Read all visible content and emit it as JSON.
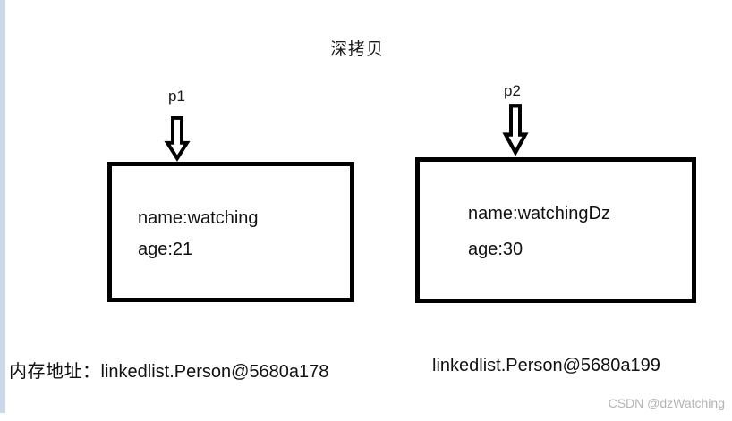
{
  "title": "深拷贝",
  "objects": [
    {
      "pointer": "p1",
      "name_field": "name:watching",
      "age_field": "age:21",
      "address": "linkedlist.Person@5680a178"
    },
    {
      "pointer": "p2",
      "name_field": "name:watchingDz",
      "age_field": "age:30",
      "address": "linkedlist.Person@5680a199"
    }
  ],
  "memory_label": "内存地址：",
  "watermark": "CSDN @dzWatching",
  "icons": {
    "pointer_arrow": "down-block-arrow"
  },
  "colors": {
    "background": "#ffffff",
    "box_border": "#000000",
    "text": "#111111",
    "left_bar": "#ccd7e8",
    "watermark": "#b4b4b4"
  }
}
